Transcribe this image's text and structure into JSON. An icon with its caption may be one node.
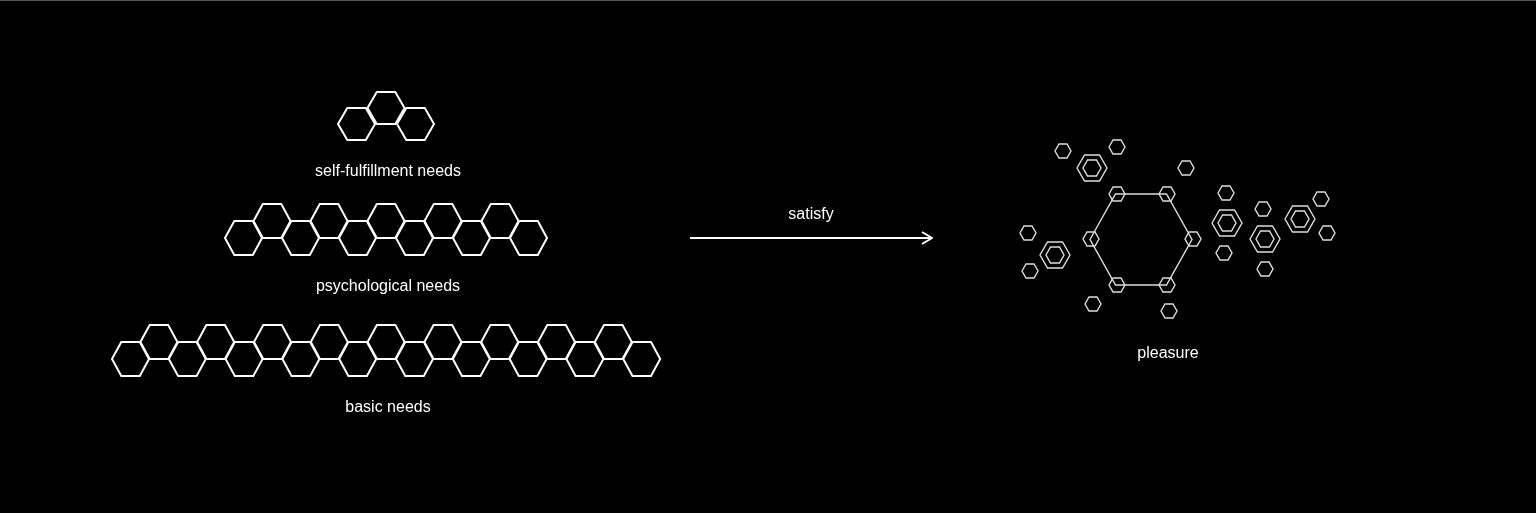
{
  "diagram": {
    "nodes": [
      {
        "text": [
          "self-fulfillment needs"
        ]
      },
      {
        "text": [
          "psychological needs"
        ]
      },
      {
        "text": [
          "basic needs"
        ]
      },
      {
        "text": [
          "pleasure"
        ]
      }
    ],
    "edges": [
      {
        "from": null,
        "to": 3,
        "arrow": "to",
        "label": "satisfy"
      }
    ]
  }
}
